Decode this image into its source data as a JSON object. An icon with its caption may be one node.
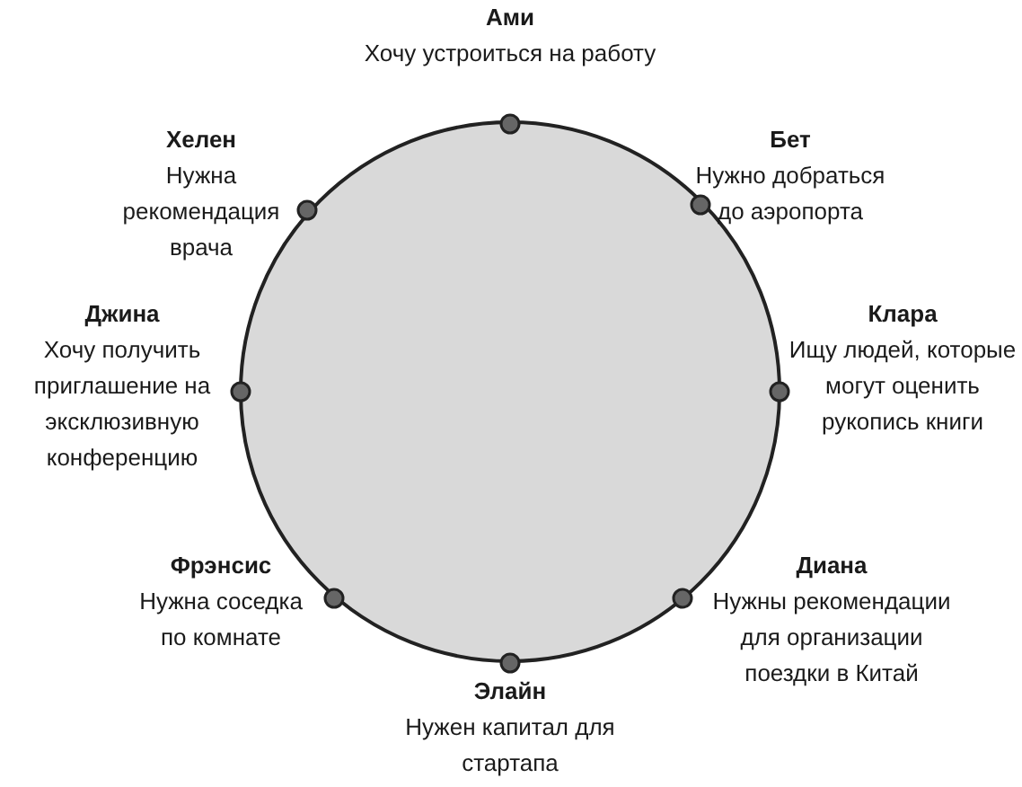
{
  "diagram": {
    "nodes": [
      {
        "text": [],
        "shape": "circle"
      },
      {
        "text": [
          "Ами",
          "Хочу устроиться на работу"
        ]
      },
      {
        "text": [
          "Хелен",
          "Нужна рекомендация врача"
        ]
      },
      {
        "text": [
          "Бет",
          "Нужно добраться до аэропорта"
        ]
      },
      {
        "text": [
          "Джина",
          "Хочу получить приглашение на эксклюзивную конференцию"
        ]
      },
      {
        "text": [
          "Клара",
          "Ищу людей, которые могут оценить рукопись книги"
        ]
      },
      {
        "text": [
          "Фрэнсис",
          "Нужна соседка по комнате"
        ]
      },
      {
        "text": [
          "Диана",
          "Нужны рекомендации для организации поездки в Китай"
        ]
      },
      {
        "text": [
          "Элайн",
          "Нужен капитал для стартапа"
        ]
      }
    ]
  }
}
